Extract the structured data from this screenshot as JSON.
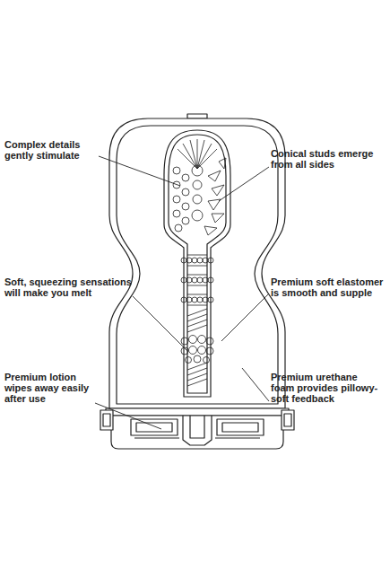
{
  "diagram": {
    "labels": [
      "Complex details gently stimulate",
      "Conical studs emerge from all sides",
      "Soft, squeezing sensations will make you melt",
      "Premium soft elastomer is smooth and supple",
      "Premium lotion wipes away easily after use",
      "Premium urethane foam provides pillowy-soft feedback"
    ]
  }
}
